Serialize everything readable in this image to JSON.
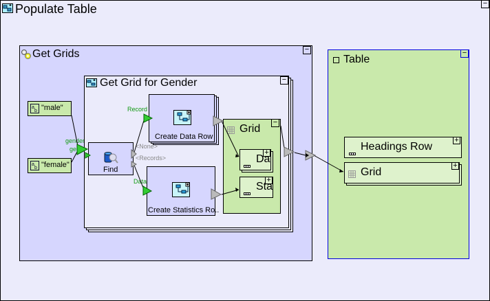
{
  "diagram": {
    "root": {
      "title": "Populate Table",
      "icon": "composite-icon",
      "collapse": "−"
    },
    "get_grids": {
      "title": "Get Grids",
      "icon": "gears-icon",
      "collapse": "−",
      "constants": [
        {
          "label": "\"male\"",
          "icon": "text-constant-icon"
        },
        {
          "label": "\"female\"",
          "icon": "text-constant-icon"
        }
      ],
      "input_labels": [
        "gender",
        "gender"
      ],
      "get_grid_for_gender": {
        "title": "Get Grid for Gender",
        "collapse": "−",
        "find": {
          "label": "Find",
          "outputs": [
            "<None>",
            "<Records>"
          ]
        },
        "create_data_row": {
          "label": "Create Data Row",
          "input_label": "Record"
        },
        "create_statistics_row": {
          "label": "Create Statistics Ro..",
          "input_label": "Data"
        },
        "grid": {
          "title": "Grid",
          "collapse": "−",
          "rows": [
            {
              "label": "Da",
              "expand": "+"
            },
            {
              "label": "Sta",
              "expand": "+"
            }
          ]
        }
      }
    },
    "table": {
      "title": "Table",
      "collapse": "−",
      "rows": [
        {
          "label": "Headings Row",
          "expand": "+"
        },
        {
          "label": "Grid",
          "expand": "+"
        }
      ]
    }
  }
}
